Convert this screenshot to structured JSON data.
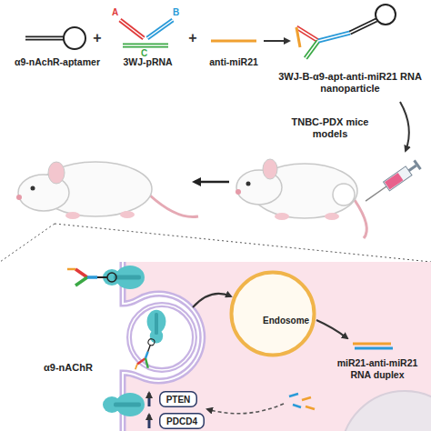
{
  "diagram": {
    "nodes": [
      {
        "text": [
          "Endosome"
        ]
      },
      {
        "text": [
          "PTEN"
        ]
      },
      {
        "text": [
          "PDCD4"
        ]
      }
    ],
    "labels": [
      "α9-nAchR-aptamer",
      "+",
      "A",
      "B",
      "C",
      "3WJ-pRNA",
      "+",
      "anti-miR21",
      "3WJ-B-α9-apt-anti-miR21 RNA nanoparticle",
      "TNBC-PDX mice models",
      "α9-nAChR",
      "miR21-anti-miR21 RNA duplex"
    ]
  }
}
